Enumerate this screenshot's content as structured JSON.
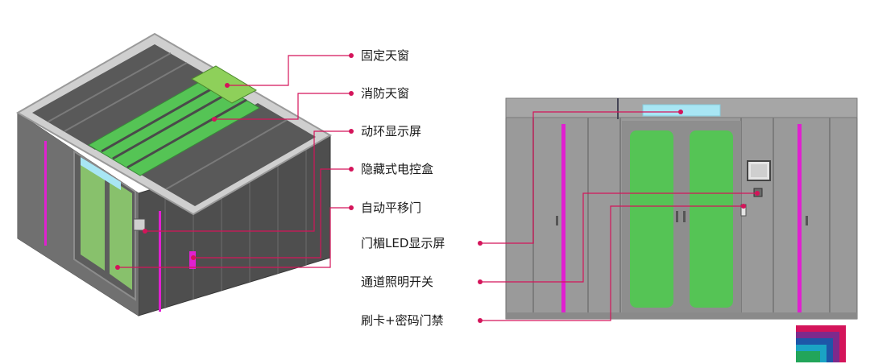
{
  "callouts_top": [
    {
      "id": "fixed-skylight",
      "label": "固定天窗"
    },
    {
      "id": "fire-skylight",
      "label": "消防天窗"
    },
    {
      "id": "env-display",
      "label": "动环显示屏"
    },
    {
      "id": "hidden-control-box",
      "label": "隐藏式电控盒"
    },
    {
      "id": "auto-sliding-door",
      "label": "自动平移门"
    }
  ],
  "callouts_bottom": [
    {
      "id": "lintel-led-screen",
      "label": "门楣LED显示屏"
    },
    {
      "id": "aisle-light-switch",
      "label": "通道照明开关"
    },
    {
      "id": "card-password-access",
      "label": "刷卡+密码门禁"
    }
  ],
  "colors": {
    "leader": "#d4145a",
    "magenta_strip": "#e020d0",
    "green_panel": "#55c455",
    "frame_gray": "#9a9a9a",
    "dark_panel": "#5a5a5a",
    "led_cyan": "#a8e6f4"
  }
}
